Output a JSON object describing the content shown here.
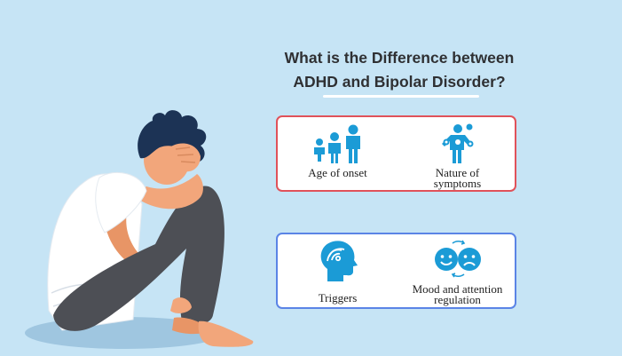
{
  "heading": {
    "line1": "What is the Difference between",
    "line2": "ADHD and Bipolar Disorder?"
  },
  "cards": {
    "top": {
      "border_color": "#e0525a",
      "left": {
        "label": "Age of onset",
        "icon": "family-age-icon"
      },
      "right": {
        "label": "Nature of\nsymptoms",
        "icon": "body-symptoms-icon"
      }
    },
    "bottom": {
      "border_color": "#5b84e6",
      "left": {
        "label": "Triggers",
        "icon": "head-trigger-icon"
      },
      "right": {
        "label": "Mood and attention\nregulation",
        "icon": "mood-faces-icon"
      }
    }
  },
  "colors": {
    "background": "#c6e4f5",
    "icon_blue": "#1b9bd6",
    "hair": "#1c3355",
    "skin": "#f2a67b",
    "pants": "#4d4f55",
    "shirt": "#ffffff"
  }
}
